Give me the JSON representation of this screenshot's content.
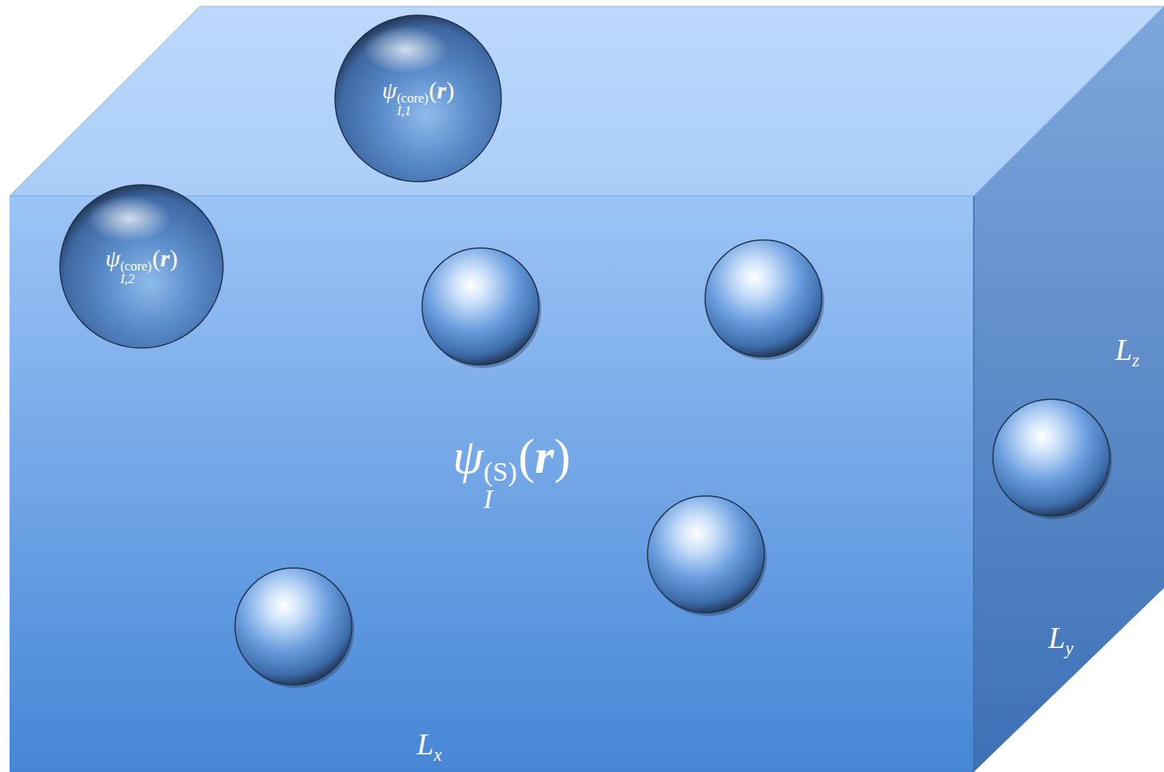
{
  "diagram": {
    "nodes": [
      {
        "text": [
          "ψI(S)(r)"
        ]
      },
      {
        "text": [
          "ψI,1(core)(r)"
        ],
        "in": 0
      },
      {
        "text": [
          "ψI,2(core)(r)"
        ],
        "in": 0
      }
    ],
    "labels": [
      "Lx",
      "Ly",
      "Lz"
    ]
  }
}
